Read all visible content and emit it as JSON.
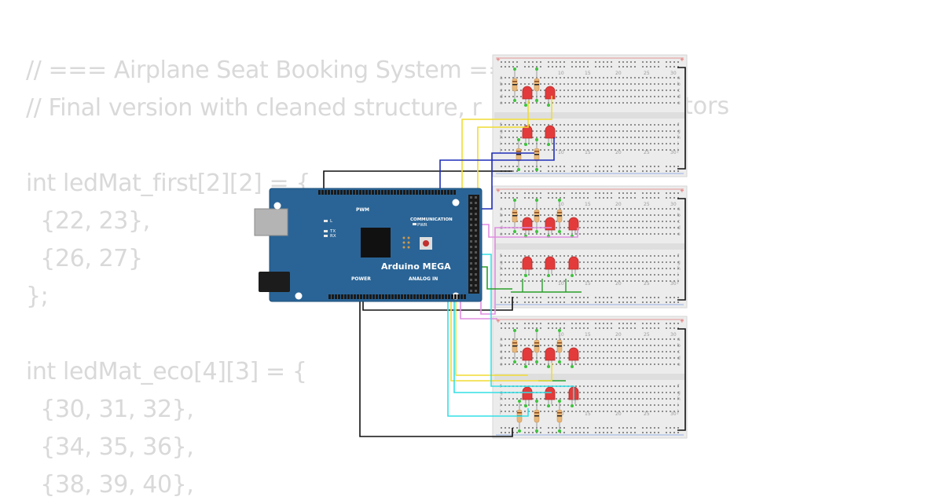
{
  "code_lines": [
    "// === Airplane Seat Booking System ===",
    "// Final version with cleaned structure, r",
    "",
    "int ledMat_first[2][2] = {",
    "  {22, 23},",
    "  {26, 27}",
    "};",
    "",
    "int ledMat_eco[4][3] = {",
    "  {30, 31, 32},",
    "  {34, 35, 36},",
    "  {38, 39, 40},"
  ],
  "code_tail": "tors",
  "board": {
    "name": "Arduino MEGA",
    "pwm_label": "PWM",
    "communication_label": "COMMUNICATION",
    "power_label": "POWER",
    "analog_label": "ANALOG IN",
    "led_l": "L",
    "led_tx": "TX",
    "led_rx": "RX",
    "pwr": "PWR",
    "color": "#2a6496"
  },
  "breadboard": {
    "column_numbers": [
      "10",
      "15",
      "20",
      "25",
      "30"
    ],
    "row_letters_top": [
      "a",
      "b",
      "c",
      "d",
      "e"
    ],
    "row_letters_bottom": [
      "f",
      "g",
      "h",
      "i",
      "j"
    ],
    "plus": "+"
  },
  "colors": {
    "led": "#e33b3b",
    "wire_yellow": "#f0dc32",
    "wire_blue": "#1f2fb8",
    "wire_black": "#111111",
    "wire_green": "#2a9e2a",
    "wire_pink": "#e08ee0",
    "wire_cyan": "#33dfe6"
  }
}
